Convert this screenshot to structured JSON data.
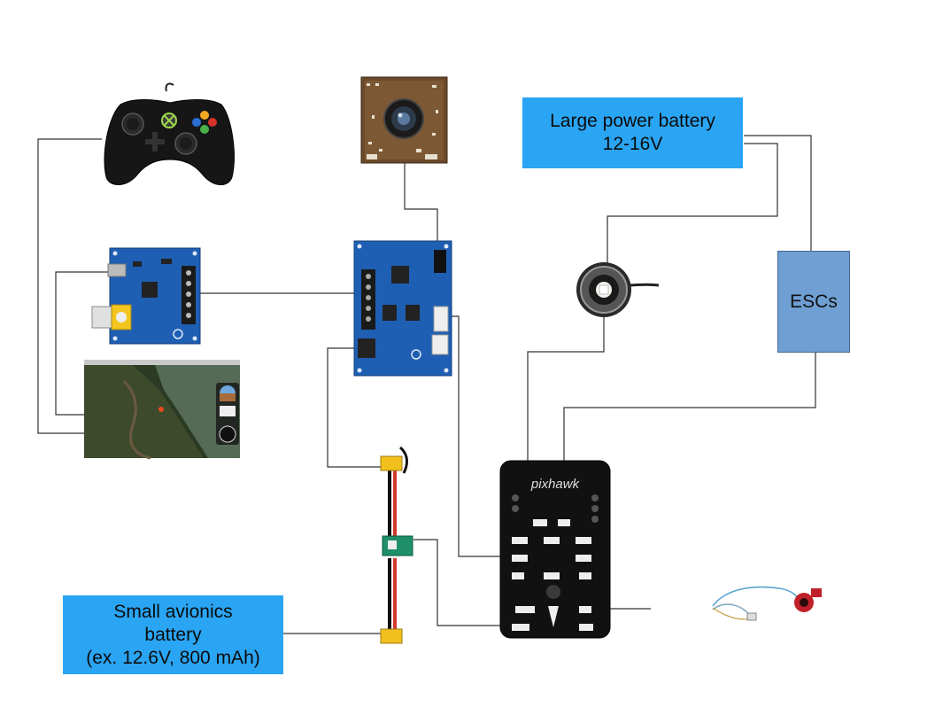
{
  "labels": {
    "large_battery": {
      "line1": "Large power battery",
      "line2": "12-16V"
    },
    "small_battery": {
      "line1": "Small avionics",
      "line2": "battery",
      "line3": "(ex. 12.6V, 800 mAh)"
    },
    "escs": "ESCs",
    "pixhawk": "pixhawk"
  },
  "colors": {
    "label_box": "#2aa5f4",
    "esc_box": "#6f9fd3",
    "wire": "#333333",
    "pcb_blue": "#1e5fb3",
    "pixhawk_body": "#111111"
  },
  "icons": [
    "game-controller-icon",
    "camera-module-icon",
    "usb-video-board-icon",
    "main-control-board-icon",
    "ground-station-screen-icon",
    "led-light-icon",
    "battery-connector-icon",
    "pixhawk-controller-icon",
    "pressure-sensor-icon"
  ]
}
